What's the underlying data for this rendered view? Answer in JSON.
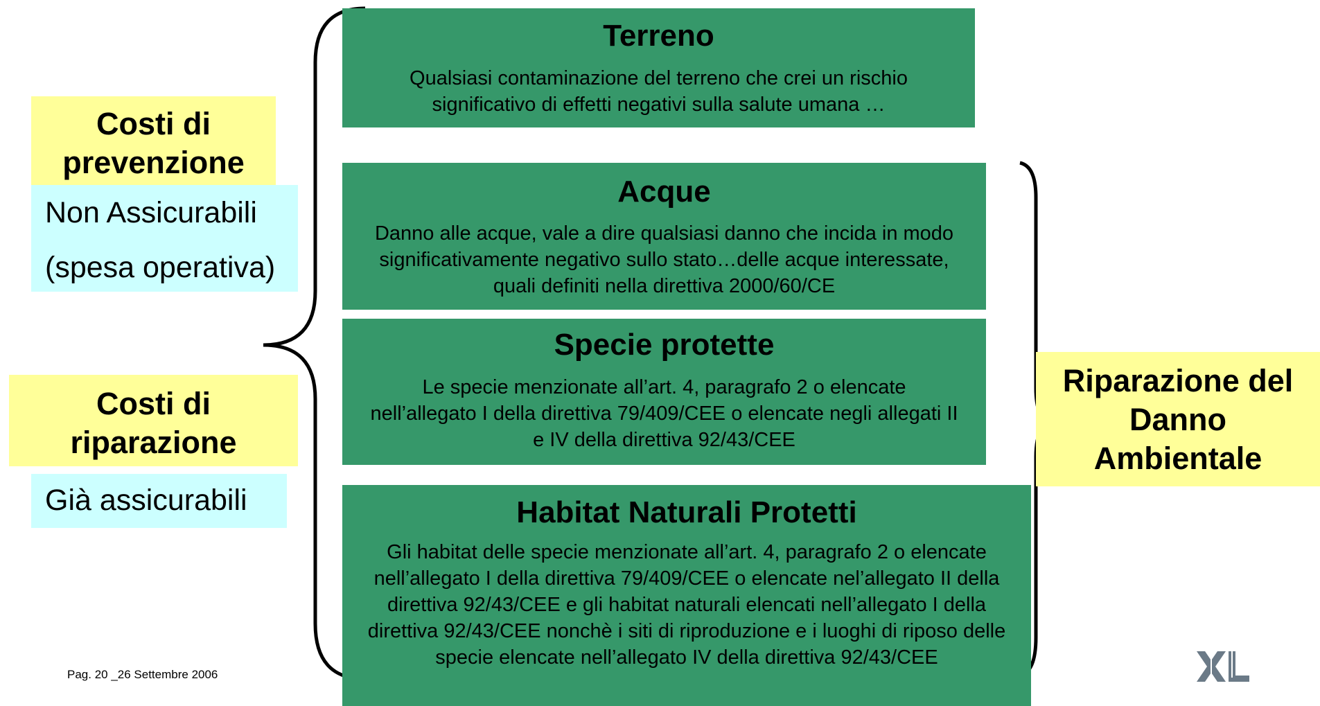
{
  "left_labels": {
    "prevention": {
      "title": "Costi di prevenzione",
      "note_line1": "Non Assicurabili",
      "note_line2": "(spesa operativa)"
    },
    "repair": {
      "title": "Costi di riparazione",
      "note": "Già assicurabili"
    }
  },
  "categories": [
    {
      "title": "Terreno",
      "text": "Qualsiasi contaminazione del terreno che crei un rischio significativo di effetti negativi sulla salute umana …"
    },
    {
      "title": "Acque",
      "text": "Danno alle acque, vale a dire qualsiasi danno che incida in modo significativamente negativo sullo stato…delle acque interessate, quali definiti nella direttiva 2000/60/CE"
    },
    {
      "title": "Specie protette",
      "text": "Le specie menzionate all’art. 4, paragrafo 2 o elencate nell’allegato I della direttiva 79/409/CEE o elencate negli allegati II e IV della direttiva 92/43/CEE"
    },
    {
      "title": "Habitat Naturali Protetti",
      "text": "Gli habitat delle specie menzionate all’art. 4, paragrafo 2 o elencate nell’allegato I della direttiva  79/409/CEE o elencate nel’allegato II della direttiva 92/43/CEE e gli habitat naturali elencati nell’allegato I della direttiva 92/43/CEE nonchè i siti di riproduzione e i luoghi di riposo delle specie elencate nell’allegato IV della direttiva 92/43/CEE"
    }
  ],
  "right_label": "Riparazione del Danno Ambientale",
  "footer": "Pag. 20 _26 Settembre 2006",
  "logo_text": "XL",
  "colors": {
    "box_green": "#36986a",
    "label_yellow": "#ffff99",
    "label_cyan": "#ccffff"
  }
}
